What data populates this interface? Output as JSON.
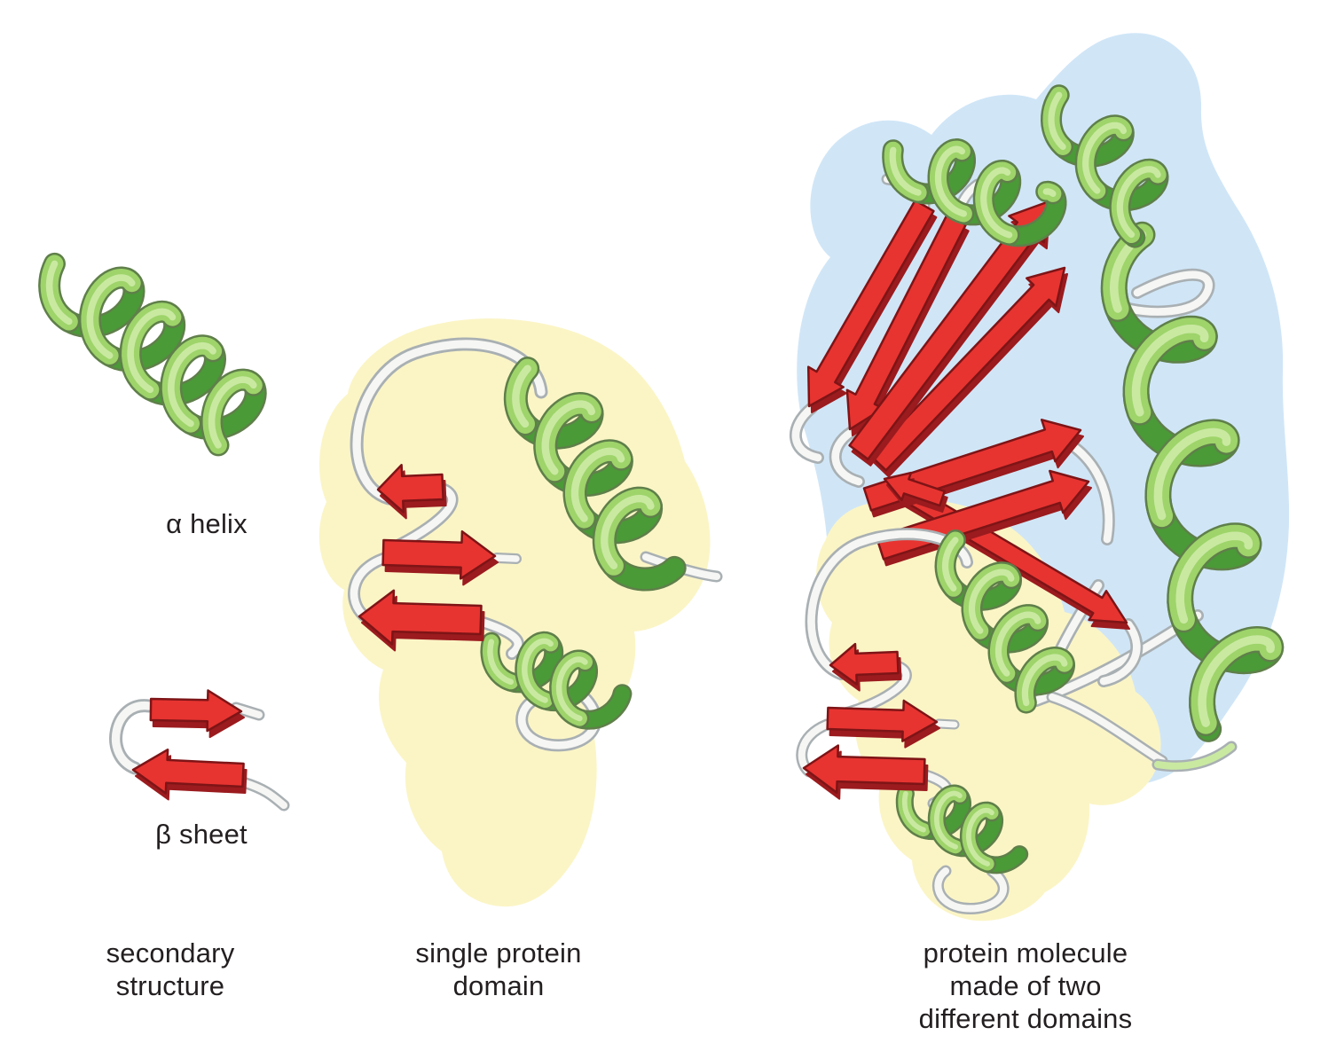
{
  "panels": {
    "secondary_structure": {
      "caption": [
        "secondary",
        "structure"
      ],
      "items": [
        {
          "name": "alpha-helix",
          "label": "α helix",
          "ribbon_color_name": "green"
        },
        {
          "name": "beta-sheet",
          "label": "β sheet",
          "ribbon_color_name": "red"
        }
      ]
    },
    "single_domain": {
      "caption": [
        "single protein",
        "domain"
      ],
      "highlight": "yellow"
    },
    "two_domain": {
      "caption": [
        "protein molecule",
        "made of two",
        "different domains"
      ],
      "highlights": [
        "blue",
        "yellow"
      ]
    }
  },
  "colors": {
    "green_light": "#9ed46a",
    "green_sheen": "#c9e9a1",
    "green_dark": "#4a9a37",
    "green_outline": "#5f7f4a",
    "red": "#e73431",
    "red_dark": "#9b1b1e",
    "red_outline": "#7e1416",
    "loop_white": "#f6f6f4",
    "loop_outline": "#a9b0b3",
    "domain_yellow": "#fbf5c6",
    "domain_blue": "#d0e6f7",
    "text": "#231f20",
    "background": "#ffffff"
  }
}
